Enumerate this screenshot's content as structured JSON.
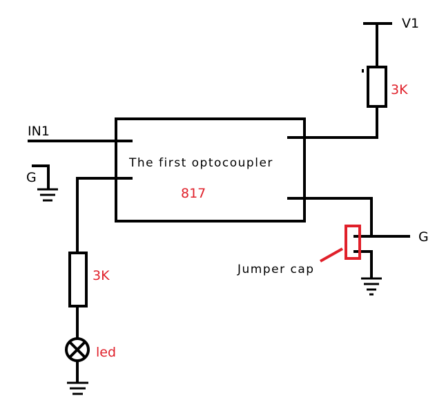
{
  "labels": {
    "v1": "V1",
    "in1": "IN1",
    "g_left": "G",
    "g_right": "G",
    "resistor_top": "3K",
    "resistor_bottom": "3K",
    "optocoupler_title": "The first optocoupler",
    "optocoupler_part": "817",
    "jumper_cap": "Jumper cap",
    "led": "led"
  },
  "colors": {
    "ink": "#000000",
    "accent": "#e0202a"
  }
}
